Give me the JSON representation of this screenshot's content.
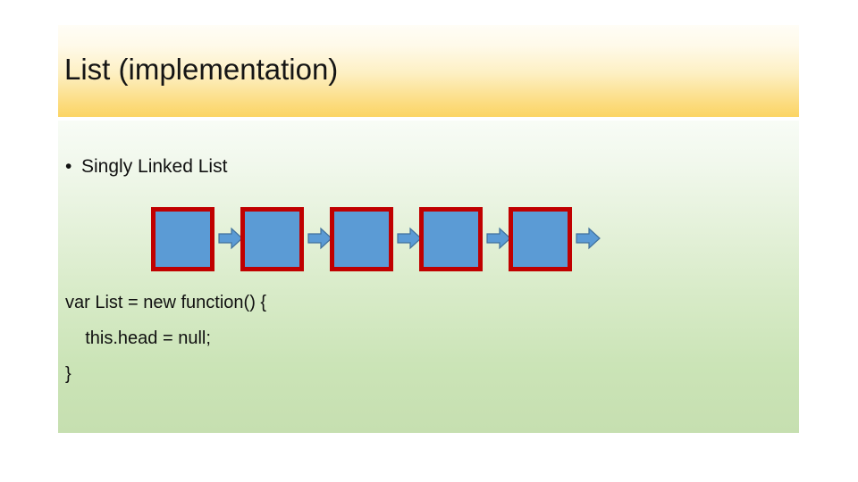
{
  "slide": {
    "title": "List (implementation)",
    "header_gradient_top": "#FFFDF6",
    "header_gradient_bottom": "#FBD463",
    "body_gradient_top": "#F8FCF6",
    "body_gradient_bottom": "#C6DFB0"
  },
  "content": {
    "bullet_mark": "•",
    "bullet_text": "Singly Linked List"
  },
  "diagram": {
    "type": "singly-linked-list",
    "node_count": 5,
    "arrow_count": 5,
    "node_fill": "#5B9BD5",
    "node_border": "#C00000",
    "arrow_fill": "#5B9BD5",
    "arrow_outline": "#41719C",
    "nodes": [
      {
        "label": ""
      },
      {
        "label": ""
      },
      {
        "label": ""
      },
      {
        "label": ""
      },
      {
        "label": ""
      }
    ]
  },
  "code": {
    "lines": [
      "var List = new function() {",
      "    this.head = null;",
      "}"
    ]
  }
}
